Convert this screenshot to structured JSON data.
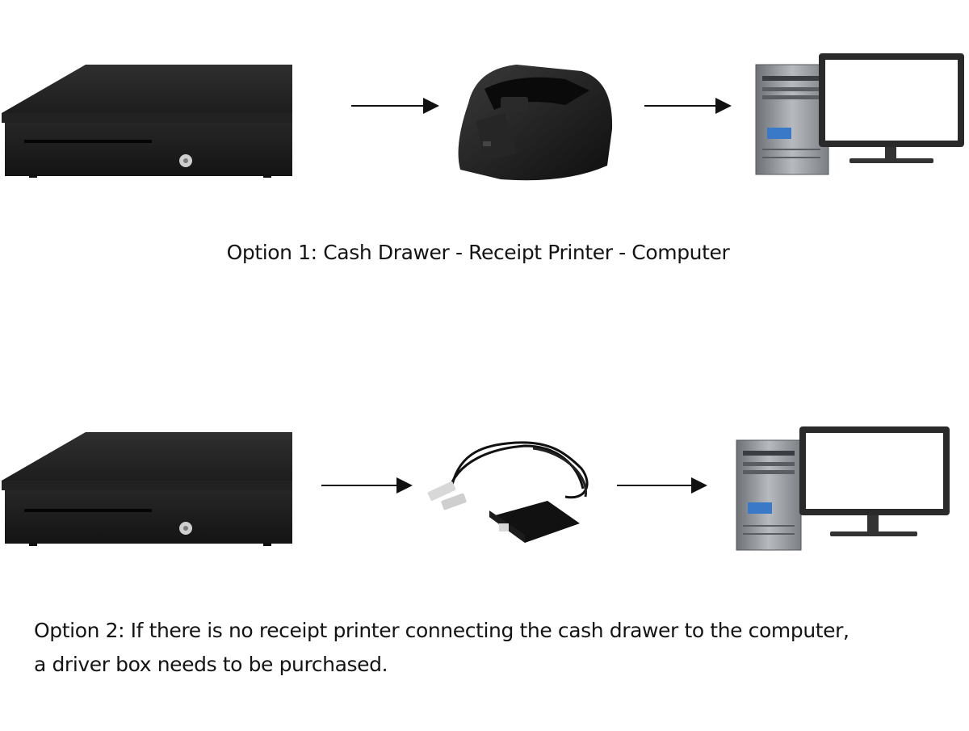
{
  "option1": {
    "caption": "Option 1: Cash Drawer - Receipt Printer - Computer",
    "devices": [
      "cash-drawer",
      "receipt-printer",
      "computer"
    ]
  },
  "option2": {
    "caption_line1": "Option 2: If there is no receipt printer connecting the cash drawer to the computer,",
    "caption_line2": "a driver box needs to be purchased.",
    "devices": [
      "cash-drawer",
      "driver-box",
      "computer"
    ]
  },
  "colors": {
    "device_body": "#1c1c1c",
    "arrow": "#111111",
    "caption_text": "#141414",
    "monitor_screen": "#ffffff",
    "tower": "#8a8d91",
    "tower_display": "#3a78c8"
  },
  "icons": [
    "cash-drawer-icon",
    "receipt-printer-icon",
    "driver-box-icon",
    "computer-icon",
    "arrow-right-icon"
  ]
}
